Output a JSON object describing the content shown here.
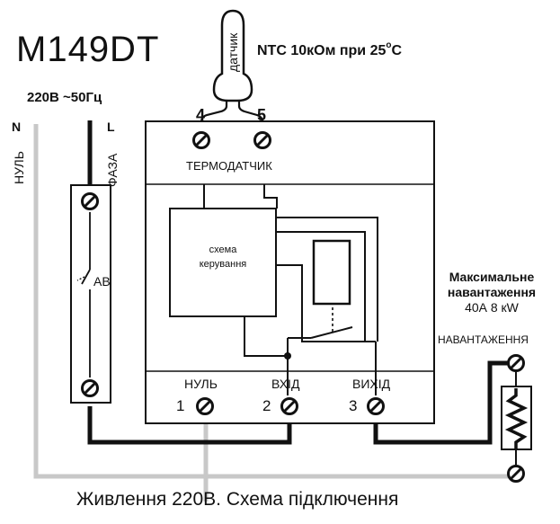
{
  "title": "M149DT",
  "sensor": {
    "label": "датчик",
    "spec_prefix": "NTC 10кОм при 25",
    "spec_sup": "o",
    "spec_suffix": "C",
    "pin_left": "4",
    "pin_right": "5"
  },
  "supply": {
    "voltage": "220В ~50Гц",
    "n": "N",
    "l": "L",
    "null_label": "НУЛЬ",
    "phase_label": "ФАЗА"
  },
  "breaker": {
    "label": "АВ"
  },
  "device": {
    "thermosensor_label": "ТЕРМОДАТЧИК",
    "control_label_1": "схема",
    "control_label_2": "керування",
    "terminals": [
      {
        "name": "НУЛЬ",
        "num": "1"
      },
      {
        "name": "ВХІД",
        "num": "2"
      },
      {
        "name": "ВИХІД",
        "num": "3"
      }
    ]
  },
  "max_load": {
    "line1": "Максимальне",
    "line2": "навантаження",
    "line3": "40А  8 кW"
  },
  "load_label": "НАВАНТАЖЕННЯ",
  "caption": "Живлення 220В.  Схема підключення",
  "colors": {
    "ink": "#111111",
    "neutral_wire": "#c8c8c8",
    "device_fill": "#ffffff"
  }
}
